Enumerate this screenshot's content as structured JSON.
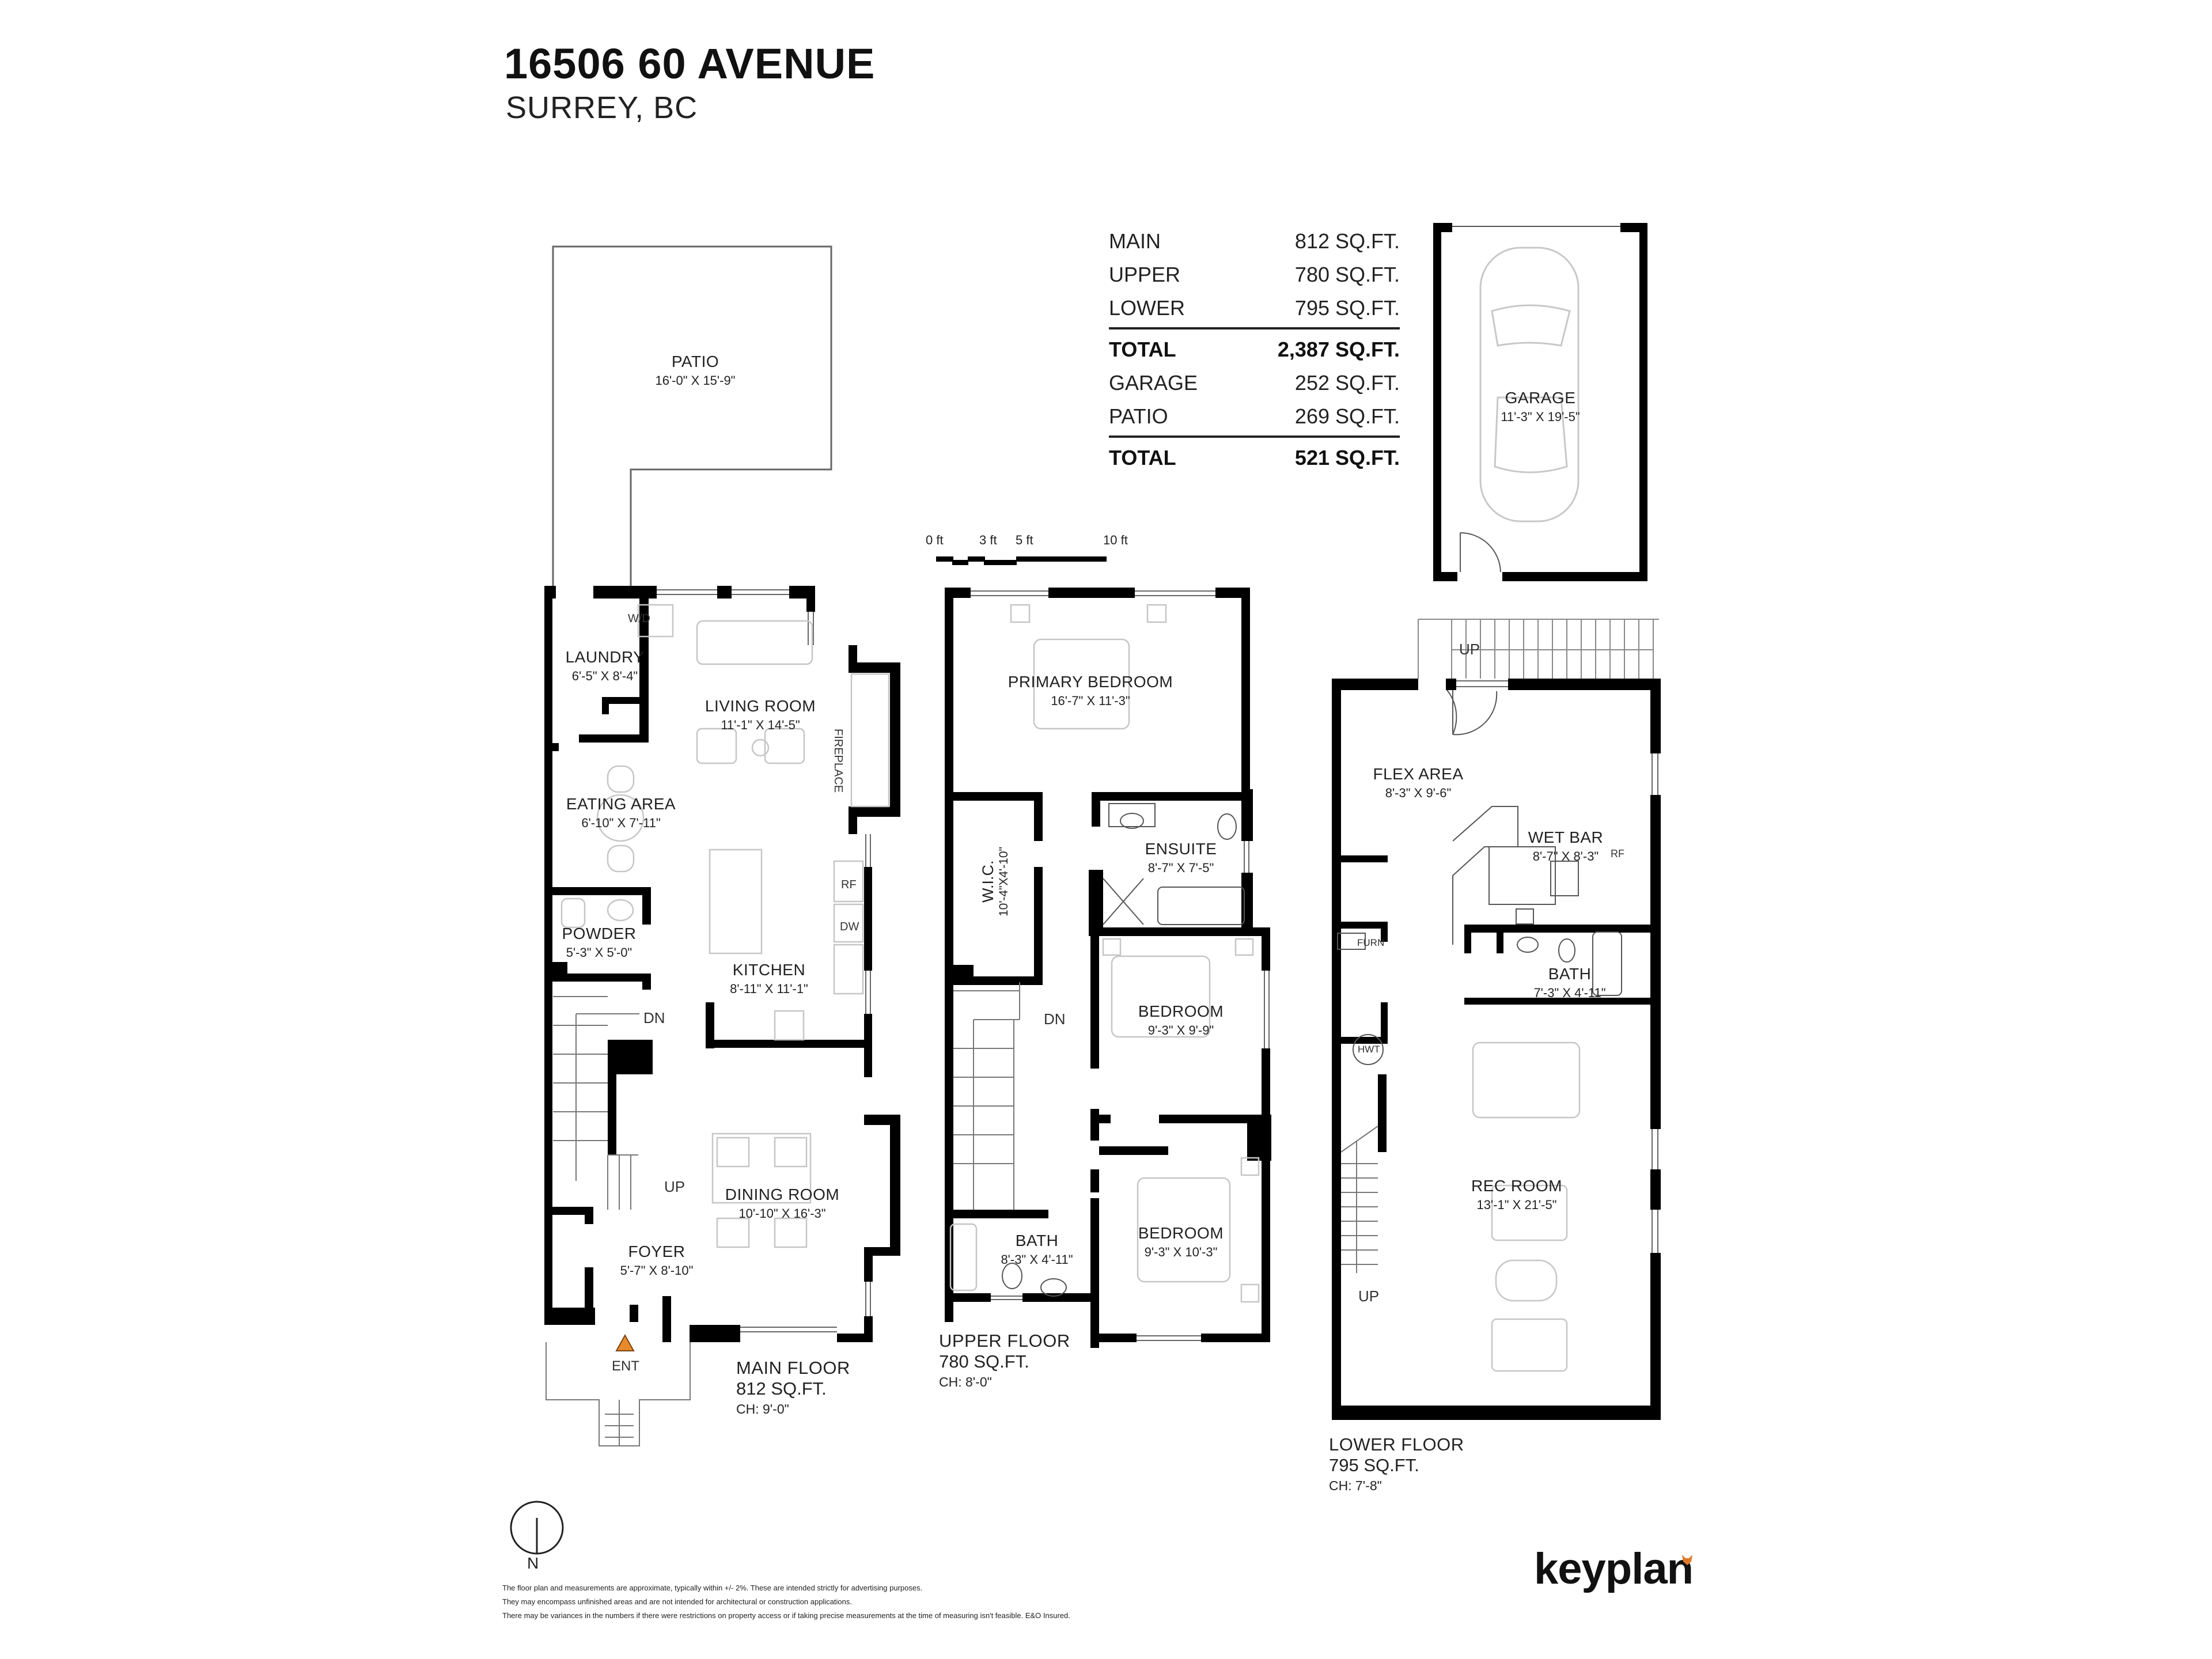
{
  "header": {
    "address": "16506 60 AVENUE",
    "city": "SURREY, BC"
  },
  "area_summary": {
    "rows": [
      {
        "label": "MAIN",
        "value": "812 SQ.FT."
      },
      {
        "label": "UPPER",
        "value": "780 SQ.FT."
      },
      {
        "label": "LOWER",
        "value": "795 SQ.FT."
      }
    ],
    "total_living": {
      "label": "TOTAL",
      "value": "2,387 SQ.FT."
    },
    "extra_rows": [
      {
        "label": "GARAGE",
        "value": "252 SQ.FT."
      },
      {
        "label": "PATIO",
        "value": "269 SQ.FT."
      }
    ],
    "total_extra": {
      "label": "TOTAL",
      "value": "521 SQ.FT."
    }
  },
  "scale_bar": {
    "ticks": [
      "0 ft",
      "3 ft",
      "5 ft",
      "10 ft"
    ]
  },
  "garage": {
    "name": "GARAGE",
    "dim": "11'-3\"  X  19'-5\""
  },
  "patio": {
    "name": "PATIO",
    "dim": "16'-0\"  X  15'-9\""
  },
  "main_floor": {
    "label": "MAIN FLOOR",
    "area": "812 SQ.FT.",
    "ceiling": "CH: 9'-0\"",
    "rooms": [
      {
        "name": "LAUNDRY",
        "dim": "6'-5\"  X  8'-4\""
      },
      {
        "name": "LIVING ROOM",
        "dim": "11'-1\"  X  14'-5\""
      },
      {
        "name": "EATING AREA",
        "dim": "6'-10\"  X  7'-11\""
      },
      {
        "name": "POWDER",
        "dim": "5'-3\" X 5'-0\""
      },
      {
        "name": "KITCHEN",
        "dim": "8'-11\"  X  11'-1\""
      },
      {
        "name": "DINING ROOM",
        "dim": "10'-10\" X  16'-3\""
      },
      {
        "name": "FOYER",
        "dim": "5'-7\"  X  8'-10\""
      }
    ],
    "fixtures": {
      "wd": "W/D",
      "fireplace": "FIREPLACE",
      "rf": "RF",
      "dw": "DW",
      "dn": "DN",
      "up": "UP",
      "entry": "ENT"
    }
  },
  "upper_floor": {
    "label": "UPPER FLOOR",
    "area": "780 SQ.FT.",
    "ceiling": "CH: 8'-0\"",
    "rooms": [
      {
        "name": "PRIMARY BEDROOM",
        "dim": "16'-7\"  X  11'-3\""
      },
      {
        "name": "W.I.C.",
        "dim": "10'-4\"X4'-10\""
      },
      {
        "name": "ENSUITE",
        "dim": "8'-7\"  X  7'-5\""
      },
      {
        "name": "BEDROOM",
        "dim": "9'-3\"  X  9'-9\""
      },
      {
        "name": "BATH",
        "dim": "8'-3\" X 4'-11\""
      },
      {
        "name": "BEDROOM",
        "dim": "9'-3\"  X  10'-3\""
      }
    ],
    "fixtures": {
      "dn": "DN"
    }
  },
  "lower_floor": {
    "label": "LOWER FLOOR",
    "area": "795 SQ.FT.",
    "ceiling": "CH: 7'-8\"",
    "rooms": [
      {
        "name": "FLEX AREA",
        "dim": "8'-3\"  X  9'-6\""
      },
      {
        "name": "WET BAR",
        "dim": "8'-7\"  X  8'-3\""
      },
      {
        "name": "BATH",
        "dim": "7'-3\" X 4'-11\""
      },
      {
        "name": "REC ROOM",
        "dim": "13'-1\"  X  21'-5\""
      }
    ],
    "fixtures": {
      "up_top": "UP",
      "up_bottom": "UP",
      "furn": "FURN",
      "hwt": "HWT",
      "rf": "RF"
    }
  },
  "compass": {
    "label": "N"
  },
  "disclaimer": [
    "The floor plan and measurements are approximate, typically within +/- 2%. These are intended strictly for advertising purposes.",
    "They may encompass unfinished areas and are not intended for architectural or construction applications.",
    "There may be variances in the numbers if there were restrictions on property access or if taking precise measurements at the time of measuring isn't feasible. E&O Insured."
  ],
  "brand": {
    "name": "keyplan",
    "accent": "#e07a2a"
  },
  "colors": {
    "wall": "#000000",
    "furniture": "#bfbfbf",
    "entry_marker": "#e8892b"
  }
}
